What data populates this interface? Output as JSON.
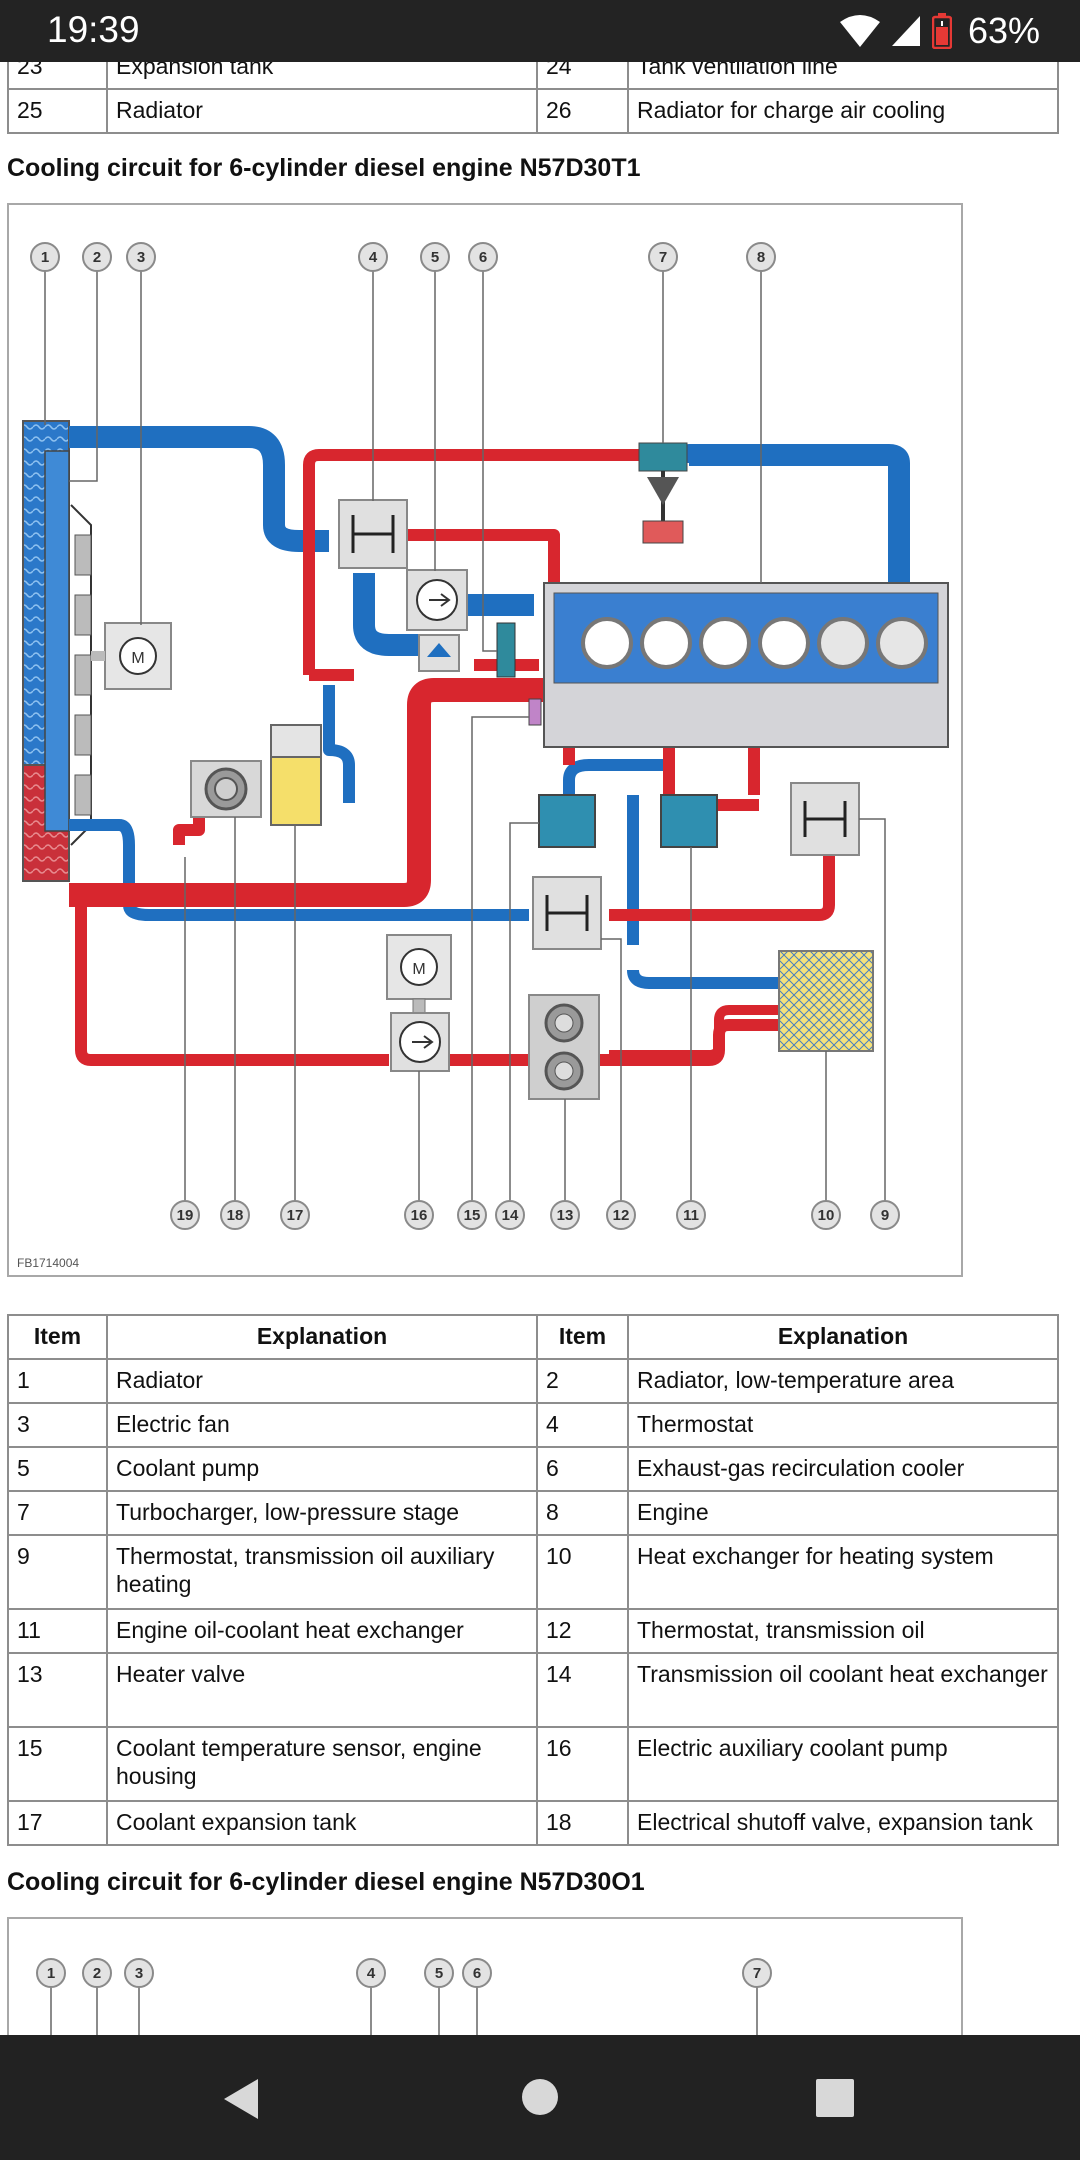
{
  "status_bar": {
    "time": "19:39",
    "battery_percent": "63%"
  },
  "top_table": {
    "rows": [
      [
        "23",
        "Expansion tank",
        "24",
        "Tank ventilation line"
      ],
      [
        "25",
        "Radiator",
        "26",
        "Radiator for charge air cooling"
      ]
    ]
  },
  "section1": {
    "title": "Cooling circuit for 6-cylinder diesel engine N57D30T1",
    "figure_id": "FB1714004",
    "callouts_top": [
      "1",
      "2",
      "3",
      "4",
      "5",
      "6",
      "7",
      "8"
    ],
    "callouts_bottom": [
      "19",
      "18",
      "17",
      "16",
      "15",
      "14",
      "13",
      "12",
      "11",
      "10",
      "9"
    ]
  },
  "legend_table": {
    "headers": [
      "Item",
      "Explanation",
      "Item",
      "Explanation"
    ],
    "rows": [
      [
        "1",
        "Radiator",
        "2",
        "Radiator, low-temperature area"
      ],
      [
        "3",
        "Electric fan",
        "4",
        "Thermostat"
      ],
      [
        "5",
        "Coolant pump",
        "6",
        "Exhaust-gas recirculation cooler"
      ],
      [
        "7",
        "Turbocharger, low-pressure stage",
        "8",
        "Engine"
      ],
      [
        "9",
        "Thermostat, transmission oil auxiliary heating",
        "10",
        "Heat exchanger for heating system"
      ],
      [
        "11",
        "Engine oil-coolant heat exchanger",
        "12",
        "Thermostat, transmission oil"
      ],
      [
        "13",
        "Heater valve",
        "14",
        "Transmission oil coolant heat exchanger"
      ],
      [
        "15",
        "Coolant temperature sensor, engine housing",
        "16",
        "Electric auxiliary coolant pump"
      ],
      [
        "17",
        "Coolant expansion tank",
        "18",
        "Electrical shutoff valve, expansion tank"
      ]
    ]
  },
  "section2": {
    "title": "Cooling circuit for 6-cylinder diesel engine N57D30O1",
    "callouts_top": [
      "1",
      "2",
      "3",
      "4",
      "5",
      "6",
      "7"
    ]
  },
  "colors": {
    "hot": "#d8262e",
    "cold": "#1f6fc0",
    "status_bar": "#232323",
    "nav_bar": "#222222"
  },
  "nav": {
    "back": "back-icon",
    "home": "home-icon",
    "recents": "recents-icon"
  }
}
